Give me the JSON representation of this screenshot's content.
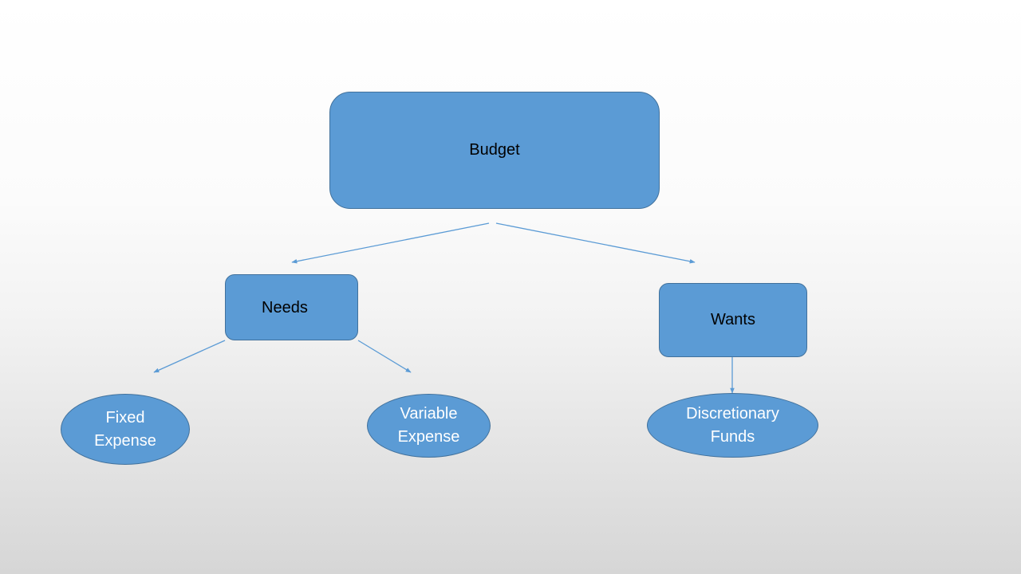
{
  "diagram": {
    "root": {
      "label": "Budget"
    },
    "categories": [
      {
        "label": "Needs"
      },
      {
        "label": "Wants"
      }
    ],
    "leaves": [
      {
        "label": "Fixed\nExpense"
      },
      {
        "label": "Variable\nExpense"
      },
      {
        "label": "Discretionary\nFunds"
      }
    ],
    "colors": {
      "node_fill": "#5b9bd5",
      "node_border": "#41719c",
      "connector": "#5b9bd5",
      "rect_text": "#000000",
      "ellipse_text": "#ffffff"
    }
  }
}
